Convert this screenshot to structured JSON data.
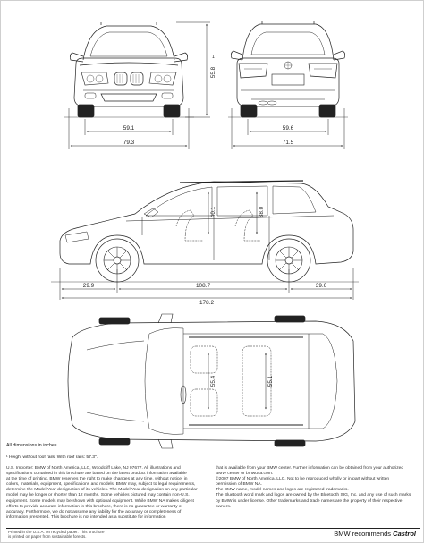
{
  "dimensions": {
    "front_track": "59.1",
    "front_width": "79.3",
    "height": "55.8",
    "height_note_mark": "1",
    "rear_track": "59.6",
    "rear_width": "71.5",
    "front_overhang": "29.9",
    "wheelbase": "108.7",
    "rear_overhang": "39.6",
    "overall_length": "178.2",
    "front_headroom": "40.1",
    "rear_headroom": "38.0",
    "front_shoulder": "55.4",
    "rear_shoulder": "55.1"
  },
  "notes": {
    "all_dimensions": "All dimensions in inches.",
    "height_footnote": "¹ Height without roof rails. With roof rails: 57.3\"."
  },
  "legal": {
    "left": [
      "U.S. Importer: BMW of North America, LLC, Woodcliff Lake, NJ 07677. All illustrations and",
      "specifications contained in this brochure are based on the latest product information available",
      "at the time of printing. BMW reserves the right to make changes at any time, without notice, in",
      "colors, materials, equipment, specifications and models. BMW may, subject to legal requirements,",
      "determine the Model Year designation of its vehicles. The Model Year designation on any particular",
      "model may be longer or shorter than 12 months. Some vehicles pictured may contain non-U.S.",
      "equipment. Some models may be shown with optional equipment. While BMW NA makes diligent",
      "efforts to provide accurate information in this brochure, there is no guarantee or warranty of",
      "accuracy. Furthermore, we do not assume any liability for the accuracy or completeness of",
      "information presented. This brochure is not intended as a substitute for information"
    ],
    "right": [
      "that is available from your BMW center. Further information can be obtained from your authorized",
      "BMW center or bmwusa.com.",
      "©2007 BMW of North America, LLC. Not to be reproduced wholly or in part without written",
      "permission of BMW NA.",
      "The BMW name, model names and logos are registered trademarks.",
      "The Bluetooth word mark and logos are owned by the Bluetooth SIG, Inc. and any use of such marks",
      "by BMW is under license. Other trademarks and trade names are the property of their respective",
      "owners."
    ],
    "footer": [
      "Printed in the U.S.A. on recycled paper. This brochure",
      "is printed on paper from sustainable forests."
    ]
  },
  "brand": {
    "recommends": "BMW recommends",
    "castrol": "Castrol"
  }
}
